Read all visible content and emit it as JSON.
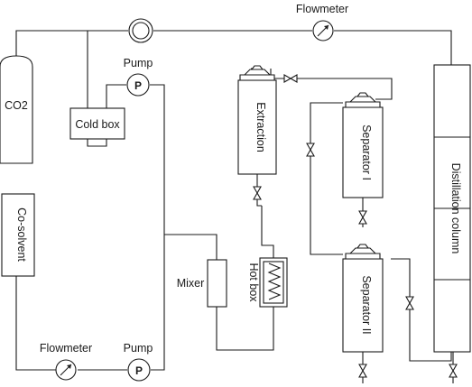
{
  "labels": {
    "co2": "CO2",
    "cold_box": "Cold box",
    "pump_top": "Pump",
    "flowmeter_top": "Flowmeter",
    "extraction": "Extraction",
    "separator_1": "Separator I",
    "separator_2": "Separator II",
    "distillation": "Distillation column",
    "mixer": "Mixer",
    "hot_box": "Hot box",
    "co_solvent": "Co-solvent",
    "flowmeter_bottom": "Flowmeter",
    "pump_bottom": "Pump",
    "pump_symbol": "P"
  }
}
